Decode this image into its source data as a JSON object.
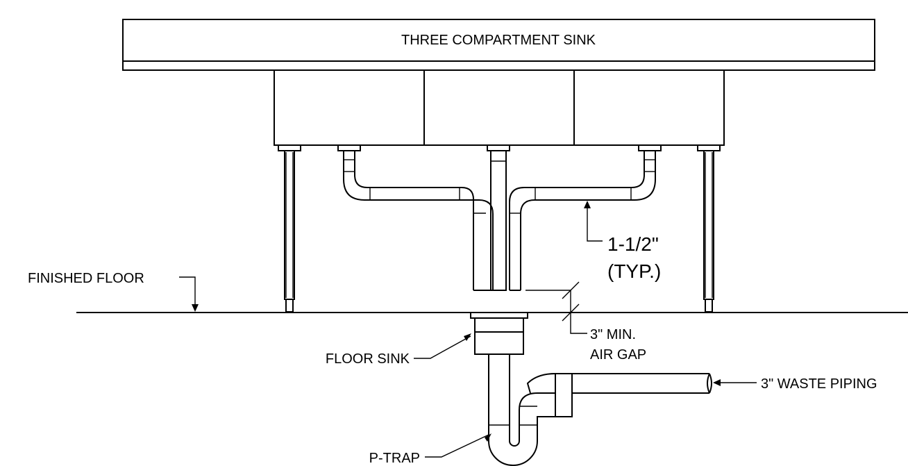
{
  "title": "THREE COMPARTMENT SINK",
  "labels": {
    "finished_floor": "FINISHED FLOOR",
    "pipe_size_line1": "1-1/2\"",
    "pipe_size_line2": "(TYP.)",
    "air_gap_line1": "3\" MIN.",
    "air_gap_line2": "AIR GAP",
    "floor_sink": "FLOOR SINK",
    "waste_piping": "3\" WASTE PIPING",
    "p_trap": "P-TRAP"
  }
}
